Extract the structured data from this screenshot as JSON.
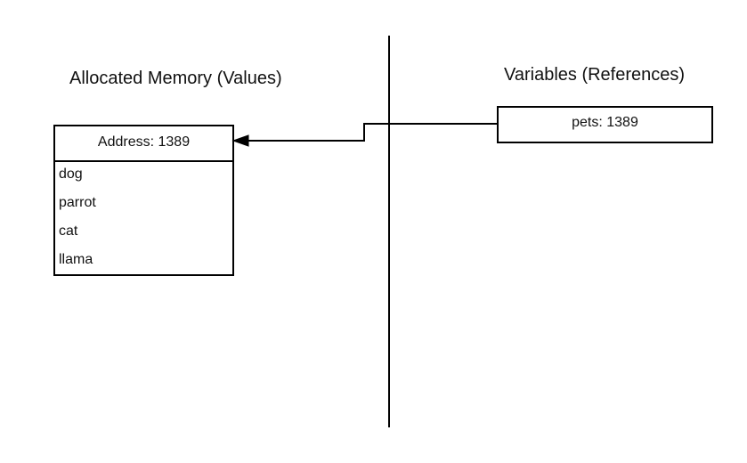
{
  "headings": {
    "memory": "Allocated Memory (Values)",
    "variables": "Variables (References)"
  },
  "memory_block": {
    "header": "Address: 1389",
    "items": [
      "dog",
      "parrot",
      "cat",
      "llama"
    ]
  },
  "variable": {
    "label": "pets: 1389"
  },
  "colors": {
    "stroke": "#000000",
    "background": "#ffffff",
    "text": "#111111"
  }
}
